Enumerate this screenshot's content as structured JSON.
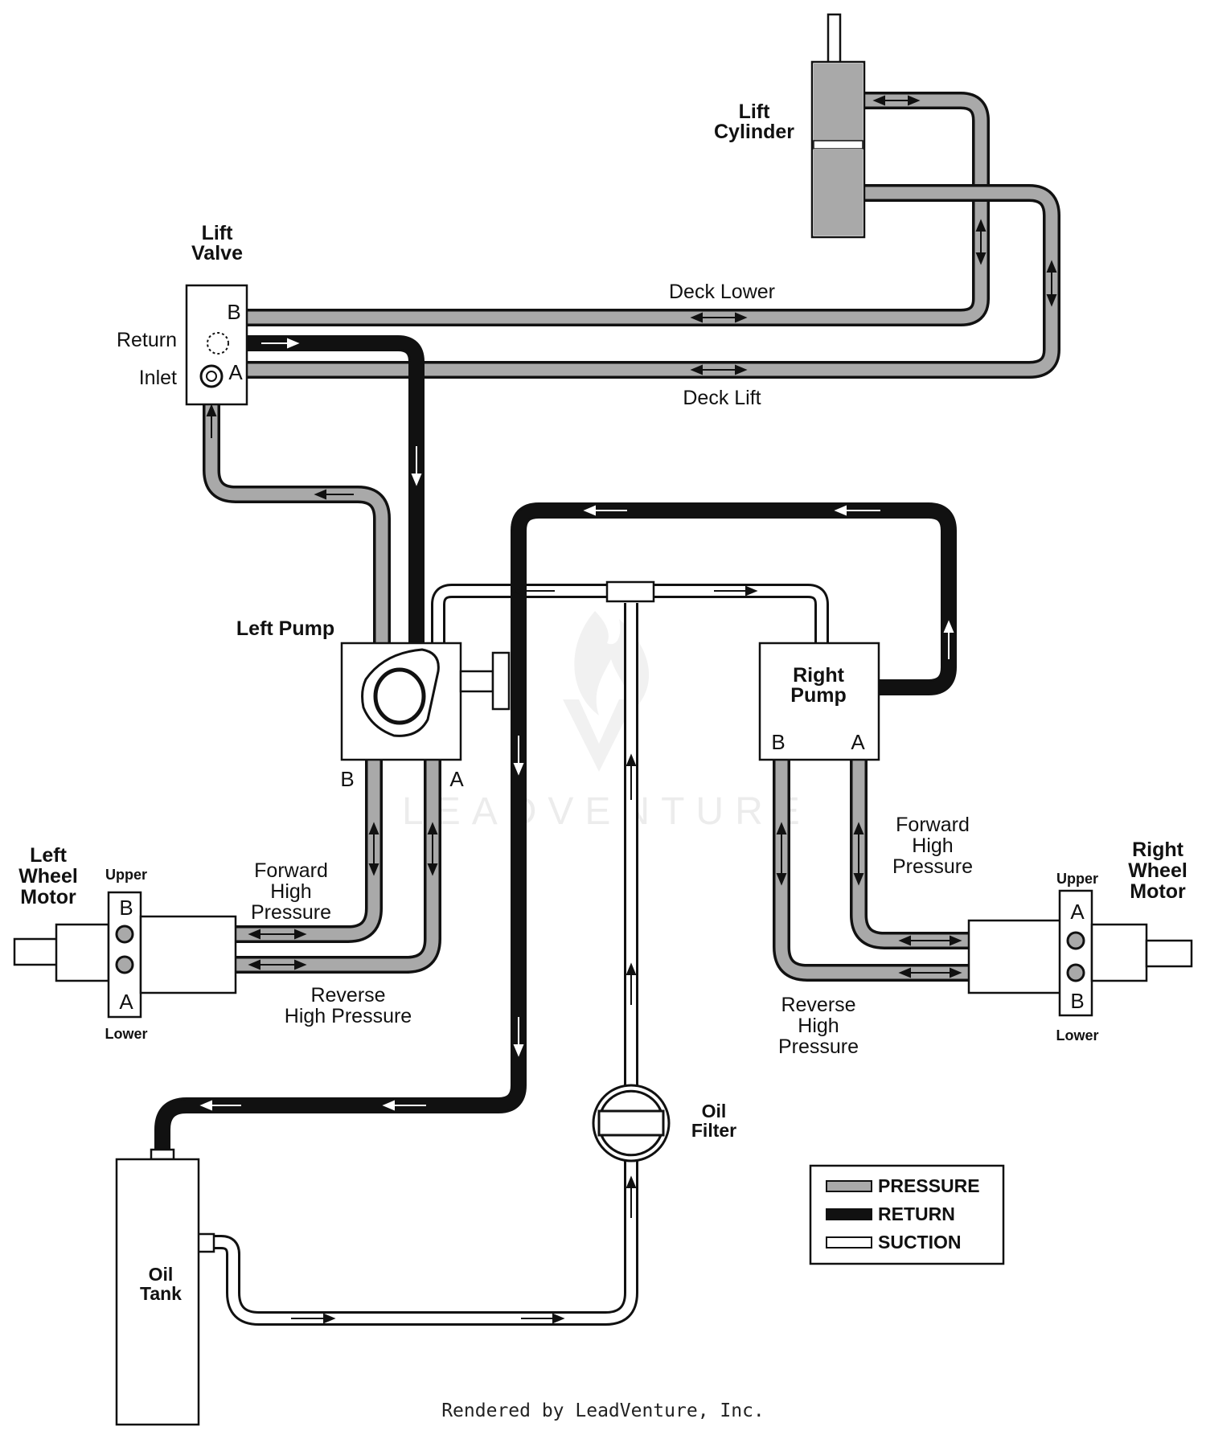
{
  "labels": {
    "lift_cylinder_1": "Lift",
    "lift_cylinder_2": "Cylinder",
    "lift_valve_1": "Lift",
    "lift_valve_2": "Valve",
    "return": "Return",
    "inlet": "Inlet",
    "valve_port_b": "B",
    "valve_port_a": "A",
    "deck_lower": "Deck Lower",
    "deck_lift": "Deck Lift",
    "left_pump": "Left Pump",
    "left_pump_b": "B",
    "left_pump_a": "A",
    "right_pump_1": "Right",
    "right_pump_2": "Pump",
    "right_pump_b": "B",
    "right_pump_a": "A",
    "left_motor_1": "Left",
    "left_motor_2": "Wheel",
    "left_motor_3": "Motor",
    "left_upper": "Upper",
    "left_lower": "Lower",
    "left_motor_b": "B",
    "left_motor_a": "A",
    "left_fwd_1": "Forward",
    "left_fwd_2": "High",
    "left_fwd_3": "Pressure",
    "left_rev_1": "Reverse",
    "left_rev_2": "High Pressure",
    "right_motor_1": "Right",
    "right_motor_2": "Wheel",
    "right_motor_3": "Motor",
    "right_upper": "Upper",
    "right_lower": "Lower",
    "right_motor_a": "A",
    "right_motor_b": "B",
    "right_fwd_1": "Forward",
    "right_fwd_2": "High",
    "right_fwd_3": "Pressure",
    "right_rev_1": "Reverse",
    "right_rev_2": "High",
    "right_rev_3": "Pressure",
    "oil_filter_1": "Oil",
    "oil_filter_2": "Filter",
    "oil_tank_1": "Oil",
    "oil_tank_2": "Tank",
    "watermark": "LEADVENTURE"
  },
  "legend": {
    "pressure": "PRESSURE",
    "return": "RETURN",
    "suction": "SUCTION"
  },
  "colors": {
    "pressure": "#a9a9a9",
    "return": "#111111",
    "suction": "#ffffff",
    "outline": "#111111",
    "cylinder_fill": "#a9a9a9"
  },
  "footer": {
    "credit": "Rendered by LeadVenture, Inc."
  }
}
